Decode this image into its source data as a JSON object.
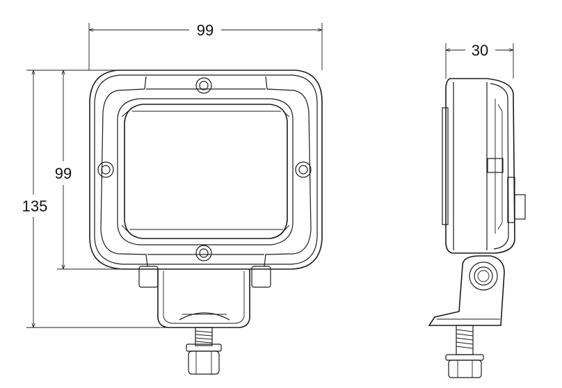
{
  "dimensions": {
    "front_width": "99",
    "front_lens_height": "99",
    "front_total_height": "135",
    "side_depth": "30"
  },
  "colors": {
    "line": "#1a1a1a",
    "background": "#ffffff"
  }
}
